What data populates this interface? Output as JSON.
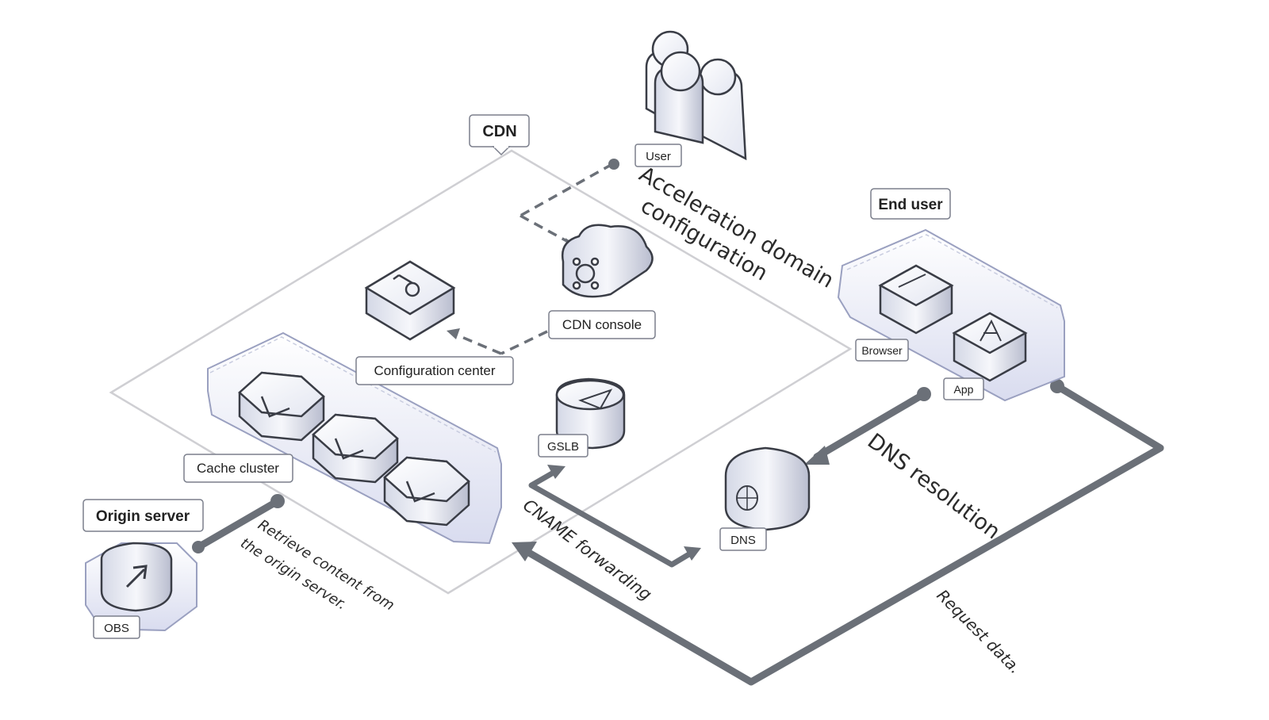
{
  "groups": {
    "cdn": "CDN",
    "end_user": "End user",
    "origin_server": "Origin server"
  },
  "components": {
    "user": "User",
    "cdn_console": "CDN console",
    "configuration_center": "Configuration center",
    "cache_cluster": "Cache cluster",
    "gslb": "GSLB",
    "dns": "DNS",
    "browser": "Browser",
    "app": "App",
    "obs": "OBS"
  },
  "flows": {
    "acceleration_line1": "Acceleration domain",
    "acceleration_line2": "configuration",
    "dns_resolution": "DNS resolution",
    "cname_forwarding": "CNAME forwarding",
    "retrieve_line1": "Retrieve content from",
    "retrieve_line2": "the origin server.",
    "request_data": "Request data."
  },
  "colors": {
    "arrow": "#6b7078",
    "panel_border": "#c8c8cc",
    "device_face": "#eef0f7",
    "device_stroke": "#3a3d46",
    "accent_blue": "#c9cde6"
  }
}
